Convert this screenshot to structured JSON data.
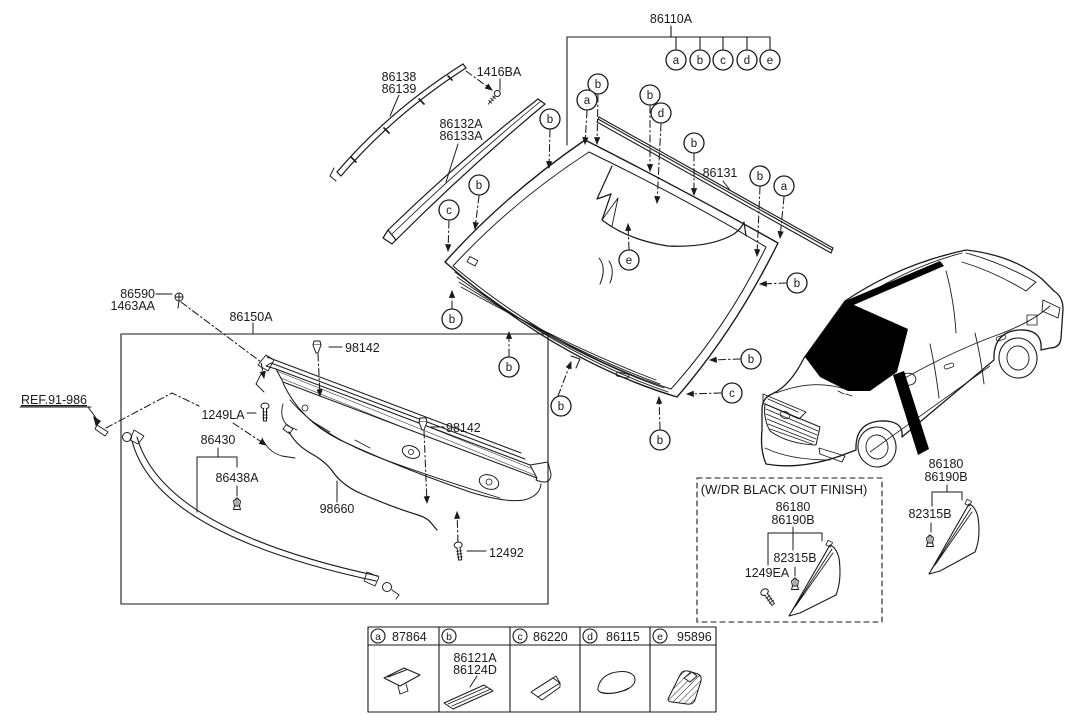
{
  "diagram": {
    "colors": {
      "bg": "#ffffff",
      "line": "#231f20",
      "black": "#000000"
    },
    "callout_letters": {
      "a": "a",
      "b": "b",
      "c": "c",
      "d": "d",
      "e": "e"
    },
    "labels": {
      "p86110A": "86110A",
      "p86138": "86138",
      "p86139": "86139",
      "p1416BA": "1416BA",
      "p86132A": "86132A",
      "p86133A": "86133A",
      "p86131": "86131",
      "p86590": "86590",
      "p1463AA": "1463AA",
      "p86150A": "86150A",
      "ref91": "REF.91-986",
      "p98142": "98142",
      "p1249LA": "1249LA",
      "p86430": "86430",
      "p86438A": "86438A",
      "p98660": "98660",
      "p12492": "12492",
      "blackout_title": "(W/DR BLACK OUT FINISH)",
      "p86180": "86180",
      "p86190B": "86190B",
      "p82315B": "82315B",
      "p1249EA": "1249EA"
    },
    "legend": {
      "a": "87864",
      "b1": "86121A",
      "b2": "86124D",
      "c": "86220",
      "d": "86115",
      "e": "95896"
    }
  }
}
